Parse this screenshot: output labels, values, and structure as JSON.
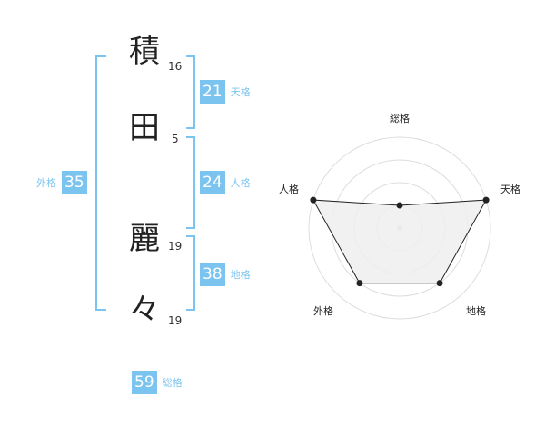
{
  "name": {
    "characters": [
      {
        "char": "積",
        "strokes": "16"
      },
      {
        "char": "田",
        "strokes": "5"
      },
      {
        "char": "麗",
        "strokes": "19"
      },
      {
        "char": "々",
        "strokes": "19"
      }
    ]
  },
  "fortune": {
    "tenkaku": {
      "label": "天格",
      "value": "21"
    },
    "jinkaku": {
      "label": "人格",
      "value": "24"
    },
    "chikaku": {
      "label": "地格",
      "value": "38"
    },
    "gaikaku": {
      "label": "外格",
      "value": "35"
    },
    "soukaku": {
      "label": "総格",
      "value": "59"
    }
  },
  "radar": {
    "axes": [
      "総格",
      "天格",
      "地格",
      "外格",
      "人格"
    ],
    "levels": [
      1,
      4,
      3,
      3,
      4
    ],
    "max_level": 4,
    "colors": {
      "fill": "#efefef",
      "line": "#222222",
      "grid": "#dddddd",
      "accent": "#7cc4f0"
    }
  }
}
